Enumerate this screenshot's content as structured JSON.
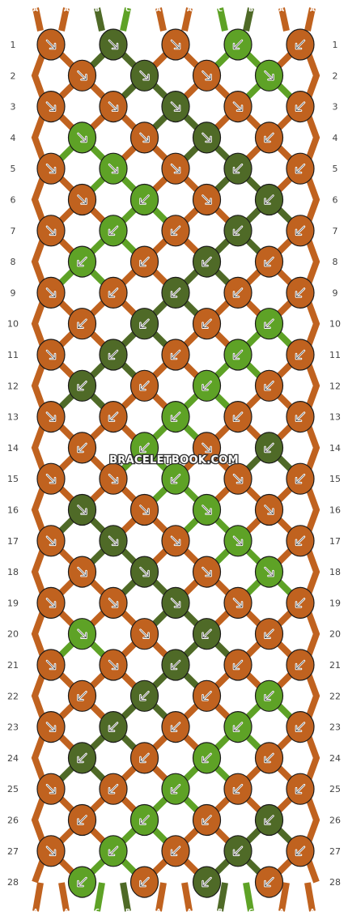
{
  "pattern": {
    "watermark": "BRACELETBOOK.COM",
    "rows": [
      "1",
      "2",
      "3",
      "4",
      "5",
      "6",
      "7",
      "8",
      "9",
      "10",
      "11",
      "12",
      "13",
      "14",
      "15",
      "16",
      "17",
      "18",
      "19",
      "20",
      "21",
      "22",
      "23",
      "24",
      "25",
      "26",
      "27",
      "28"
    ],
    "top_strings": [
      "A",
      "A",
      "B",
      "C",
      "A",
      "A",
      "C",
      "B",
      "A",
      "A"
    ],
    "bottom_strings": [
      "A",
      "A",
      "C",
      "B",
      "A",
      "A",
      "B",
      "C",
      "A",
      "A"
    ],
    "colors": {
      "A": "#c0621f",
      "B": "#4f6a27",
      "C": "#5ea226"
    },
    "knots": [
      [
        "A:R",
        "B:R",
        "A:R",
        "C:L",
        "A:L"
      ],
      [
        "A:R",
        "B:R",
        "A:R",
        "C:R"
      ],
      [
        "A:R",
        "A:R",
        "B:R",
        "A:R",
        "A:L"
      ],
      [
        "C:R",
        "A:R",
        "B:R",
        "A:L"
      ],
      [
        "A:R",
        "C:R",
        "A:R",
        "B:L",
        "A:L"
      ],
      [
        "A:R",
        "C:L",
        "A:R",
        "B:L"
      ],
      [
        "A:R",
        "C:L",
        "A:L",
        "B:L",
        "A:L"
      ],
      [
        "C:L",
        "A:L",
        "B:L",
        "A:L"
      ],
      [
        "A:R",
        "A:L",
        "B:L",
        "A:L",
        "A:L"
      ],
      [
        "A:L",
        "B:L",
        "A:L",
        "C:L"
      ],
      [
        "A:R",
        "B:L",
        "A:L",
        "C:L",
        "A:L"
      ],
      [
        "B:L",
        "A:L",
        "C:L",
        "A:L"
      ],
      [
        "A:R",
        "A:L",
        "C:L",
        "A:L",
        "A:L"
      ],
      [
        "A:L",
        "C:L",
        "A:R",
        "B:L"
      ],
      [
        "A:R",
        "A:R",
        "C:L",
        "A:R",
        "A:L"
      ],
      [
        "B:R",
        "A:R",
        "C:R",
        "A:R"
      ],
      [
        "A:R",
        "B:R",
        "A:R",
        "C:R",
        "A:L"
      ],
      [
        "A:R",
        "B:R",
        "A:R",
        "C:R"
      ],
      [
        "A:R",
        "A:R",
        "B:R",
        "A:R",
        "A:L"
      ],
      [
        "C:R",
        "A:R",
        "B:L",
        "A:L"
      ],
      [
        "A:R",
        "A:R",
        "B:L",
        "A:L",
        "A:L"
      ],
      [
        "A:L",
        "B:L",
        "A:L",
        "C:L"
      ],
      [
        "A:R",
        "B:L",
        "A:L",
        "C:L",
        "A:L"
      ],
      [
        "B:L",
        "A:L",
        "C:L",
        "A:L"
      ],
      [
        "A:R",
        "A:L",
        "C:L",
        "A:L",
        "A:L"
      ],
      [
        "A:L",
        "C:L",
        "A:L",
        "B:L"
      ],
      [
        "A:R",
        "C:L",
        "A:L",
        "B:L",
        "A:L"
      ],
      [
        "C:L",
        "A:L",
        "B:L",
        "A:L"
      ]
    ]
  }
}
